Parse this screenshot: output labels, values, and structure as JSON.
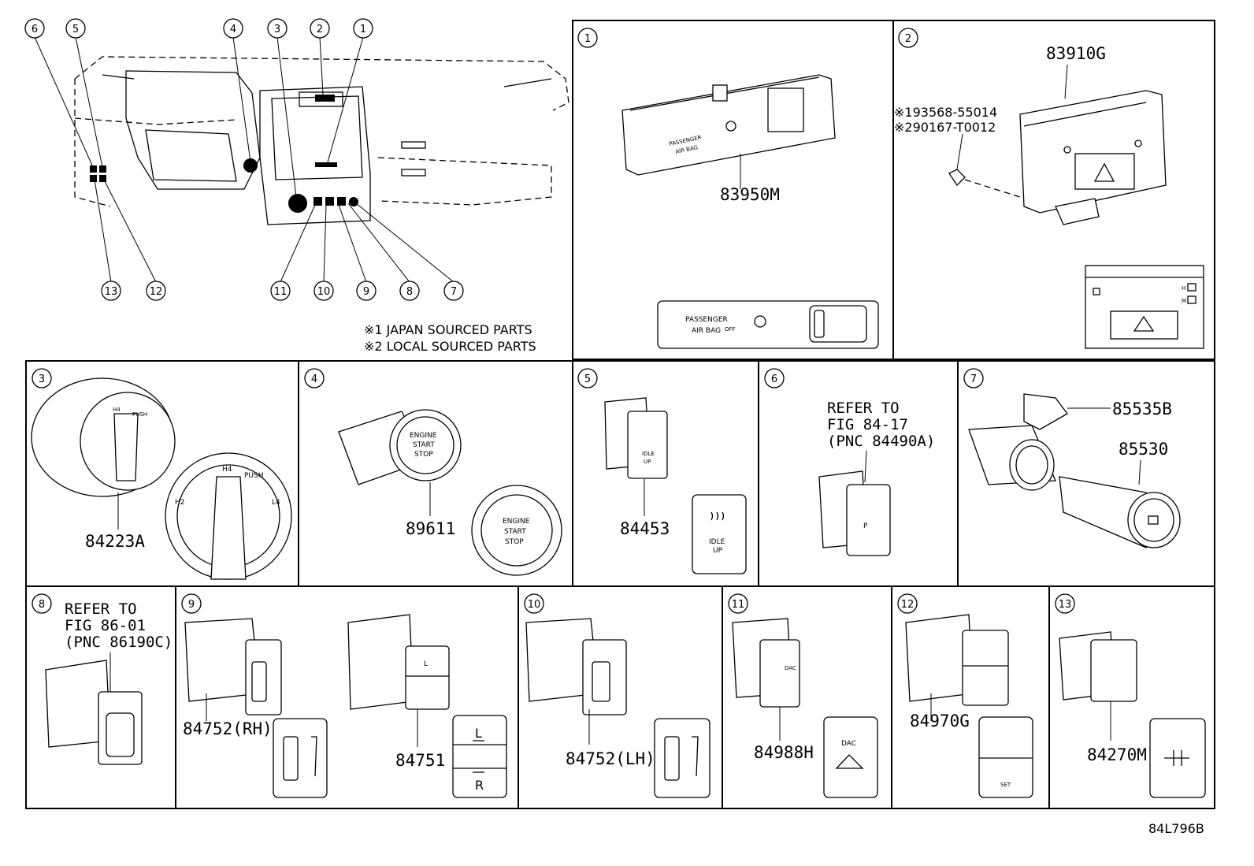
{
  "notes": {
    "japan": "※1 JAPAN SOURCED PARTS",
    "local": "※2 LOCAL SOURCED PARTS"
  },
  "overview_callouts": [
    "6",
    "5",
    "4",
    "3",
    "2",
    "1",
    "13",
    "12",
    "11",
    "10",
    "9",
    "8",
    "7"
  ],
  "panels": {
    "p1": {
      "num": "1",
      "part": "83950M",
      "text_a": "PASSENGER",
      "text_b": "AIR BAG",
      "text_c": "OFF"
    },
    "p2": {
      "num": "2",
      "part": "83910G",
      "ref1": "※193568-55014",
      "ref2": "※290167-T0012",
      "h_label": "H",
      "m_label": "M"
    },
    "p3": {
      "num": "3",
      "part": "84223A",
      "h2": "H2",
      "h4": "H4",
      "push": "PUSH",
      "l4": "L4"
    },
    "p4": {
      "num": "4",
      "part": "89611",
      "line1": "ENGINE",
      "line2": "START",
      "line3": "STOP"
    },
    "p5": {
      "num": "5",
      "part": "84453",
      "line1": "IDLE",
      "line2": "UP"
    },
    "p6": {
      "num": "6",
      "ref1": "REFER TO",
      "ref2": "FIG 84-17",
      "ref3": "(PNC 84490A)"
    },
    "p7": {
      "num": "7",
      "part_a": "85535B",
      "part_b": "85530"
    },
    "p8": {
      "num": "8",
      "ref1": "REFER TO",
      "ref2": "FIG 86-01",
      "ref3": "(PNC 86190C)"
    },
    "p9": {
      "num": "9",
      "part_a": "84752(RH)",
      "part_b": "84751",
      "l_label": "L",
      "r_label": "R"
    },
    "p10": {
      "num": "10",
      "part": "84752(LH)"
    },
    "p11": {
      "num": "11",
      "part": "84988H",
      "label": "DAC"
    },
    "p12": {
      "num": "12",
      "part": "84970G",
      "label": "SET"
    },
    "p13": {
      "num": "13",
      "part": "84270M"
    }
  },
  "diagram_code": "84L796B"
}
